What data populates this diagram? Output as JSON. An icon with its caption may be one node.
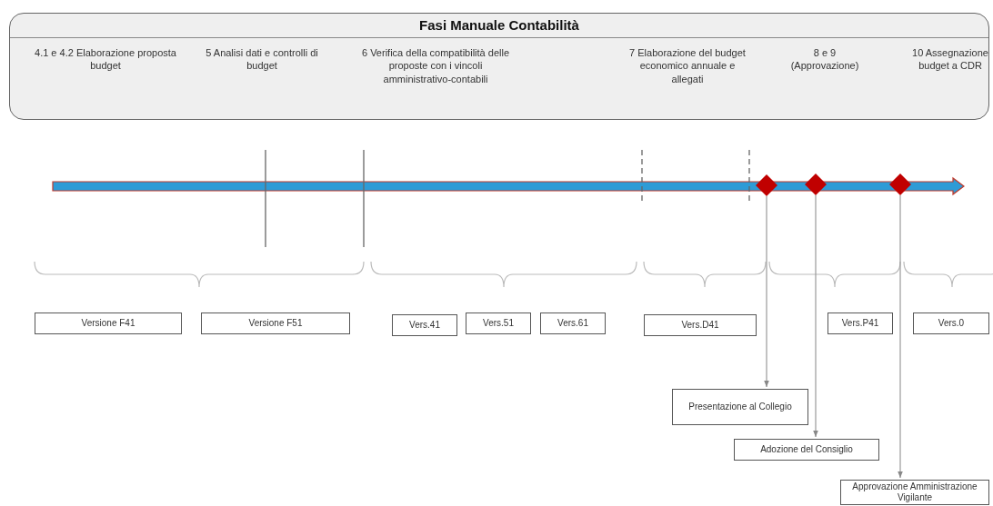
{
  "diagram": {
    "nodes": [
      {
        "text": [
          "Fasi Manuale Contabilità",
          "4.1  e 4.2 Elaborazione proposta budget",
          "5 Analisi dati e controlli di budget",
          "6   Verifica della compatibilità delle proposte con i vincoli amministrativo-contabili",
          "7   Elaborazione del budget economico annuale e allegati",
          "8 e 9 (Approvazione)",
          "10 Assegnazione budget a CDR"
        ]
      },
      {
        "text": [
          "Versione F41"
        ]
      },
      {
        "text": [
          "Versione F51"
        ]
      },
      {
        "text": [
          "Vers.41"
        ]
      },
      {
        "text": [
          "Vers.51"
        ]
      },
      {
        "text": [
          "Vers.61"
        ]
      },
      {
        "text": [
          "Vers.D41"
        ]
      },
      {
        "text": [
          "Vers.P41"
        ]
      },
      {
        "text": [
          "Vers.0"
        ]
      },
      {
        "text": [],
        "shape": "diamond"
      },
      {
        "text": [],
        "shape": "diamond"
      },
      {
        "text": [],
        "shape": "diamond"
      },
      {
        "text": [
          "Presentazione al Collegio"
        ]
      },
      {
        "text": [
          "Adozione del Consiglio"
        ]
      },
      {
        "text": [
          "Approvazione Amministrazione Vigilante"
        ]
      }
    ],
    "edges": [
      {
        "from": 9,
        "to": 12,
        "arrow": "to"
      },
      {
        "from": 10,
        "to": 13,
        "arrow": "to"
      },
      {
        "from": 11,
        "to": 14,
        "arrow": "to"
      }
    ]
  }
}
